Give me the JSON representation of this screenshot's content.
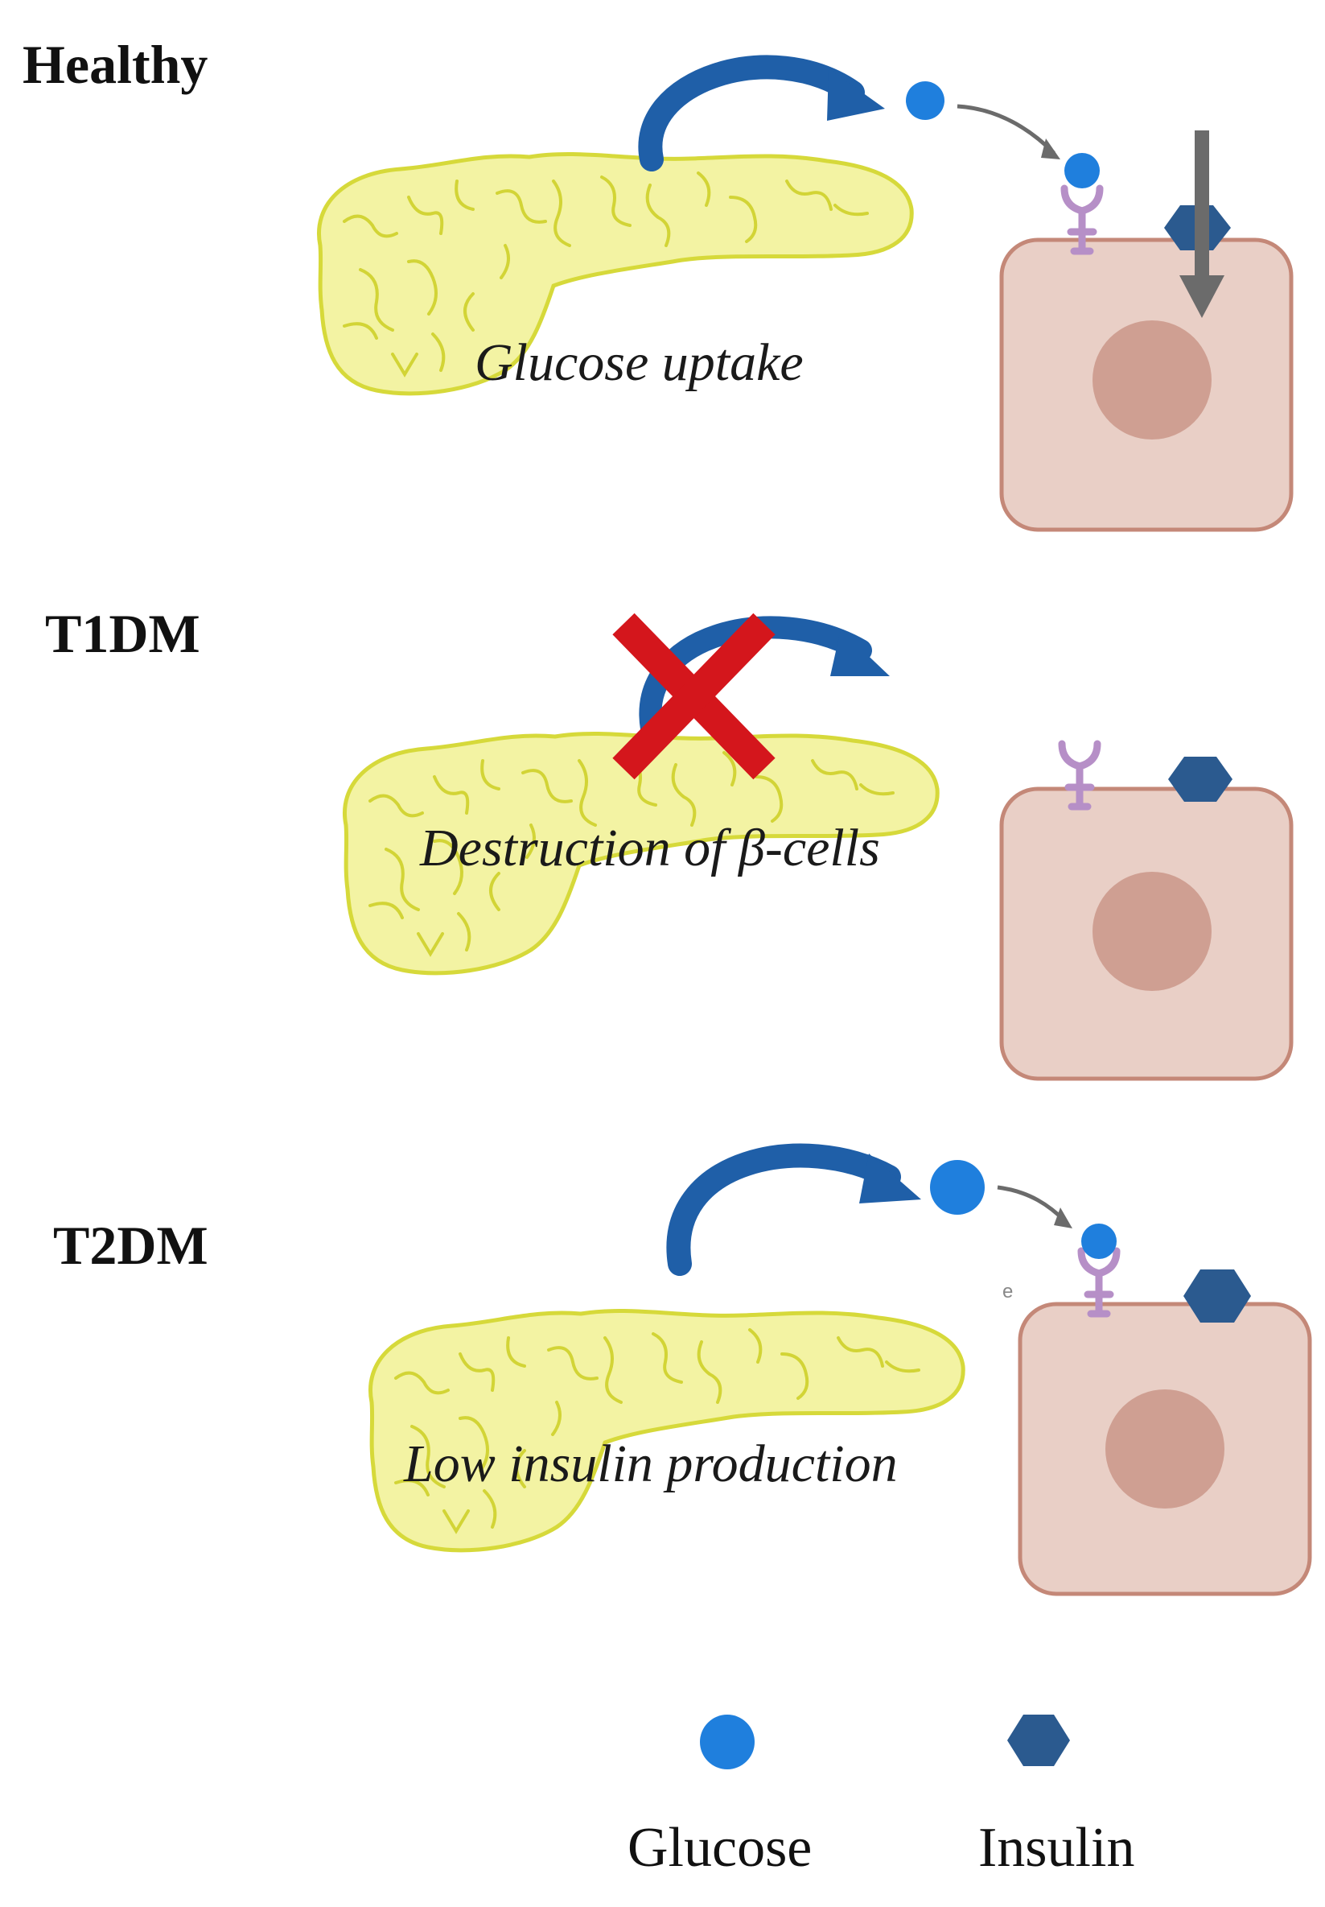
{
  "panels": [
    {
      "label": "Healthy",
      "caption": "Glucose uptake"
    },
    {
      "label": "T1DM",
      "caption": "Destruction of β-cells"
    },
    {
      "label": "T2DM",
      "caption": "Low insulin production"
    }
  ],
  "legend": {
    "glucose_label": "Glucose",
    "insulin_label": "Insulin"
  },
  "stray_mark": "e",
  "icons": {
    "glucose": "glucose-circle-icon",
    "insulin": "insulin-hexagon-icon",
    "receptor": "insulin-receptor-icon",
    "pancreas": "pancreas-icon",
    "cell": "cell-icon",
    "blocked": "red-x-icon"
  },
  "colors": {
    "pancreas_fill": "#f3f3a3",
    "pancreas_stroke": "#d6d93a",
    "cell_fill": "#e9cfc6",
    "cell_stroke": "#c48878",
    "nucleus": "#cf9f92",
    "glucose": "#1f7fdd",
    "insulin": "#2b5a8f",
    "receptor": "#b68fc7",
    "secretion_arrow": "#1f5fa8",
    "uptake_arrow": "#6b6b6b",
    "cross": "#d4161c"
  }
}
